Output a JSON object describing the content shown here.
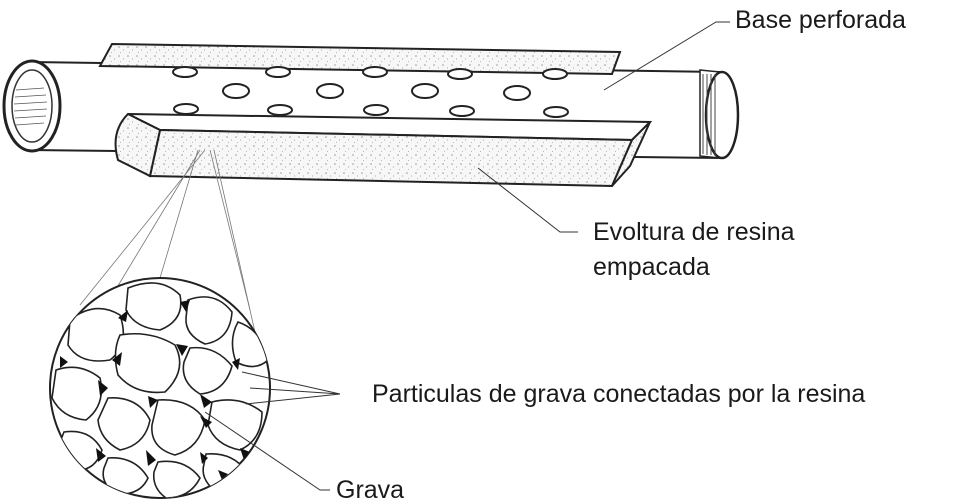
{
  "labels": {
    "base_perforada": "Base perforada",
    "envoltura_line1": "Evoltura de resina",
    "envoltura_line2": "empacada",
    "particulas": "Particulas de grava conectadas por la resina",
    "grava": "Grava"
  }
}
